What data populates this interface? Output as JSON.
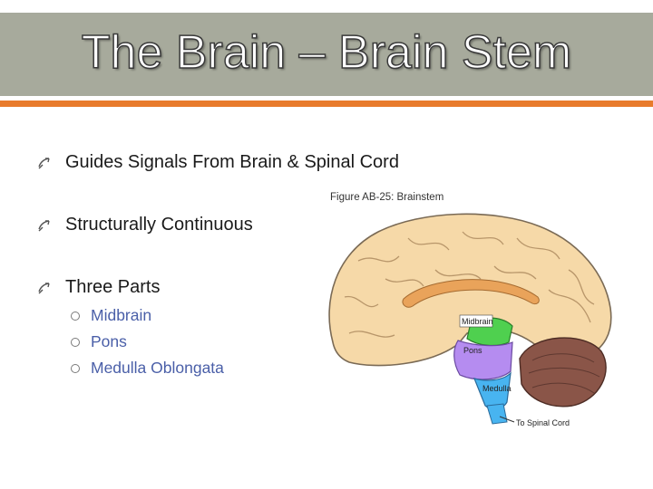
{
  "slide": {
    "title": "The Brain – Brain Stem",
    "bullets": [
      "Guides Signals From Brain & Spinal Cord",
      "Structurally Continuous",
      "Three Parts"
    ],
    "sub_bullets": [
      "Midbrain",
      "Pons",
      "Medulla Oblongata"
    ],
    "figure": {
      "caption": "Figure AB-25: Brainstem",
      "labels": {
        "midbrain": "Midbrain",
        "pons": "Pons",
        "medulla": "Medulla",
        "spinal_cord": "To Spinal Cord"
      }
    },
    "colors": {
      "title_bar": "#a7aa9c",
      "accent": "#e87b2c",
      "sub_text": "#4a5fa8",
      "midbrain": "#4fd04f",
      "pons": "#b58cf0",
      "medulla": "#48b4f0",
      "cerebellum": "#8a5548",
      "cortex": "#f6d9a8"
    }
  }
}
